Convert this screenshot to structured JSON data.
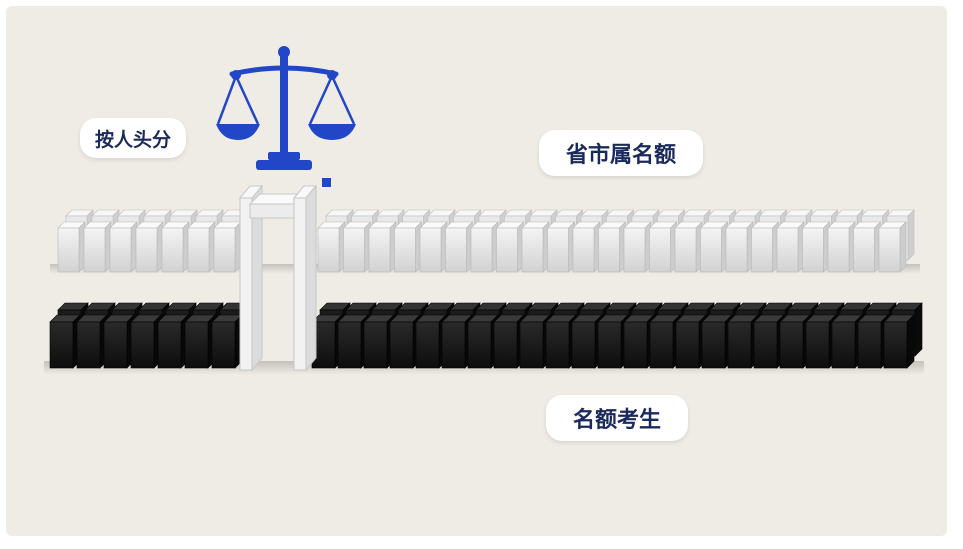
{
  "labels": {
    "left": "按人头分",
    "top_right": "省市属名额",
    "bottom": "名额考生"
  },
  "colors": {
    "background": "#efece5",
    "accent_blue": "#2147c8",
    "pill_text": "#1b2a5c",
    "white_block": "#e6e6e6",
    "black_block": "#161616"
  },
  "icons": {
    "scale": "balance-scale-icon",
    "marker": "blue-square-marker"
  }
}
